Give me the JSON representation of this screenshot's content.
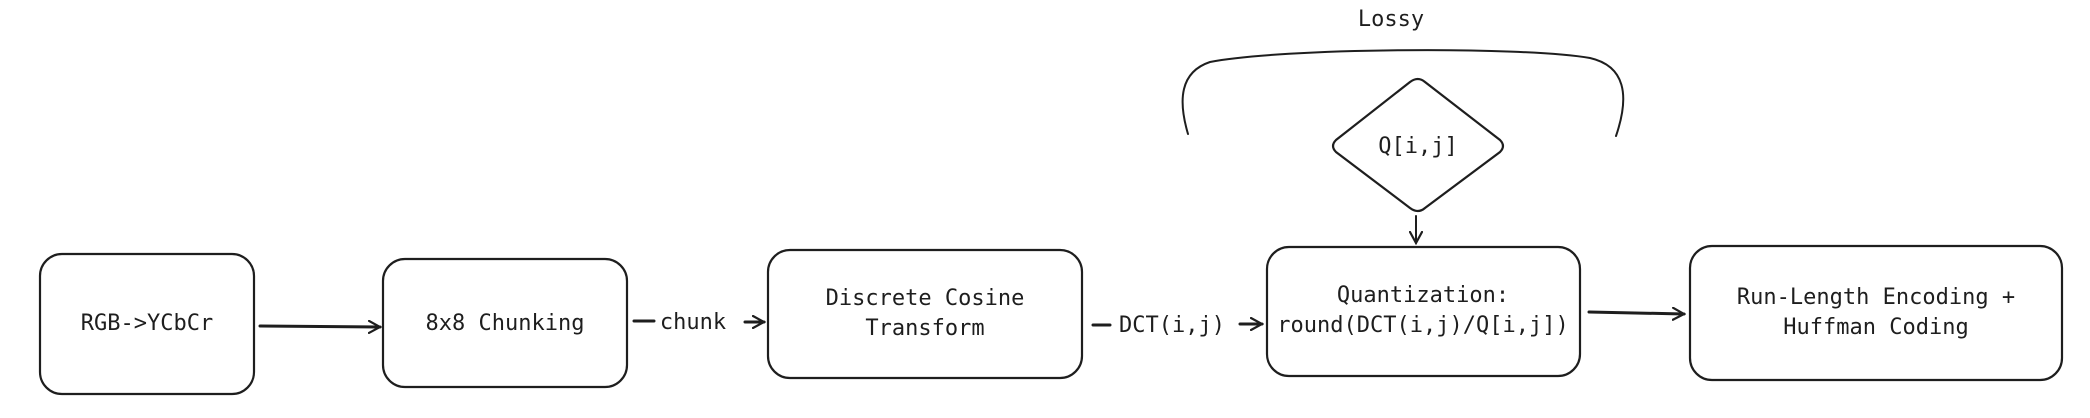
{
  "diagram": {
    "nodes": [
      {
        "id": "rgb",
        "label_lines": [
          "RGB->YCbCr"
        ]
      },
      {
        "id": "chunking",
        "label_lines": [
          "8x8 Chunking"
        ]
      },
      {
        "id": "dct",
        "label_lines": [
          "Discrete Cosine",
          "Transform"
        ]
      },
      {
        "id": "quant",
        "label_lines": [
          "Quantization:",
          "round(DCT(i,j)/Q[i,j])"
        ]
      },
      {
        "id": "entropy",
        "label_lines": [
          "Run-Length Encoding +",
          "Huffman Coding"
        ]
      }
    ],
    "decision": {
      "label": "Q[i,j]"
    },
    "edges": [
      {
        "from": "rgb",
        "to": "chunking",
        "label": ""
      },
      {
        "from": "chunking",
        "to": "dct",
        "label": "chunk"
      },
      {
        "from": "dct",
        "to": "quant",
        "label": "DCT(i,j)"
      },
      {
        "from": "decision",
        "to": "quant",
        "label": ""
      },
      {
        "from": "quant",
        "to": "entropy",
        "label": ""
      }
    ],
    "brace_label": "Lossy"
  }
}
